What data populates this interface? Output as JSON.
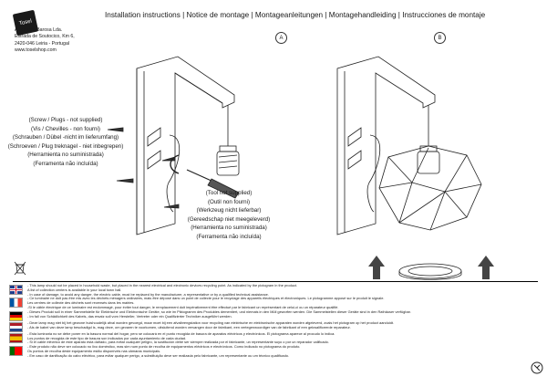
{
  "header": {
    "logo_text": "Tosel",
    "title": "Installation instructions | Notice de montage | Montageanleitungen | Montagehandleiding | Instrucciones de montaje",
    "company_lines": [
      "A Ferreira Barosa Lda.",
      "Estrada de Soutocico, Km 6,",
      "2420-046 Leiria - Portugal",
      "www.toselshop.com"
    ]
  },
  "panels": {
    "a_label": "A",
    "b_label": "B"
  },
  "screw_labels": [
    "(Screw / Plugs - not supplied)",
    "(Vis / Chevilles - non fourni)",
    "(Schrauben / Dübel -nicht im lieferumfang)",
    "(Schroeven / Plug treknagel - niet inbegrepen)",
    "(Herramienta no suministrada)",
    "(Ferramenta não incluída)"
  ],
  "tool_labels": [
    "(Tool not supplied)",
    "(Outil non fourni)",
    "(Werkzeug nicht lieferbar)",
    "(Gereedschap niet meegeleverd)",
    "(Herramienta no suministrada)",
    "(Ferramenta não incluída)"
  ],
  "notes": [
    {
      "flag": "uk",
      "lines": [
        "- This lamp should not be placed in household waste, but placed in the nearest electrical and electronic devices recycling point. As indicated by the pictogram in the product.",
        "A list of collection centers is available in your local town hall.",
        "- In case of damage, to avoid any danger, the electric cable, must be replaced by the manufacturer, a representative or by a qualified technical assistance."
      ]
    },
    {
      "flag": "fr",
      "lines": [
        "- Ce luminaire ne doit pas être mis avec les déchets ménagers ordinaires, mais être déposé dans un point de collecte pour le recyclage des appareils électriques et électroniques. Le pictogramme apposé sur le produit le signale.",
        "Les centres de collecte des déchets sont recensés dans les mairies.",
        "-Si le câble électrique de ce luminaire est endommagé, pour éviter tout danger, le remplacement doit impérativement être effectué par le fabricant un représentant de celui-ci ou un réparateur qualifié."
      ]
    },
    {
      "flag": "de",
      "lines": [
        "- Dieses Produkt soll in einer Sammelstelle für Elektrische und Elektronische Geräte, so wie im Piktogramm des Produktes dementiert, und niemals in den Müll geworfen werden. Die Sammelstellen dieser Geräte sind in den Rathäuser verfügbar.",
        "- Im fall von Schädlichkeit des Kabels, das ersatz soll vom Hersteller, Vertreter oder ein Qualifizierter Techniker ausgeführt werden."
      ]
    },
    {
      "flag": "nl",
      "lines": [
        "- Deze lamp mag niet bij het gewone huishoudelijk afval worden gevoegd, maar moet bij een afvalbrengstation voor recycling van elektrische en elektronische apparaten worden afgeleverd, zoals het pictogram op het product aanduidt.",
        "- Als de kabel van deze lamp beschadigd is, mag deze, om gevaren te voorkomen, uitsluitend worden vervangen door de fabrikant, een vertegenwoordiger van de fabrikant of een gekwalificeerde reparateur."
      ]
    },
    {
      "flag": "es",
      "lines": [
        "- Esta luminaria no se debe poner en la basura normal del hogar, pero se colocará en el punto recogida de basura de aparatos eléctricos y electrónicos. El pictograma aparece al procudo lo indica.",
        "Los puntos de recogida de este tipo de basura son indicados por cada ayuntamiento de cada ciudad.",
        "- Si el cable eléctrico de este aparato está dañado, para evitar cualquier peligro, la sustitución debe ser siempre realizada por el fabricante, un representante suyo o por un reparador calificado."
      ]
    },
    {
      "flag": "pt",
      "lines": [
        "- Este produto não deve ser colocado no lixo doméstico, mas sim num ponto de recolha de equipamentos eléctricos e electrónicos. Como indicado no pictograma do produto.",
        "Os pontos de recolha deste equipamento estão disponíveis nas câmaras municipais.",
        "- Em caso de danificação do cabo eléctrico, para evitar qualquer perigo, a substituição deve ser realizada pelo fabricante, um representante ou um técnico qualificado."
      ]
    }
  ]
}
